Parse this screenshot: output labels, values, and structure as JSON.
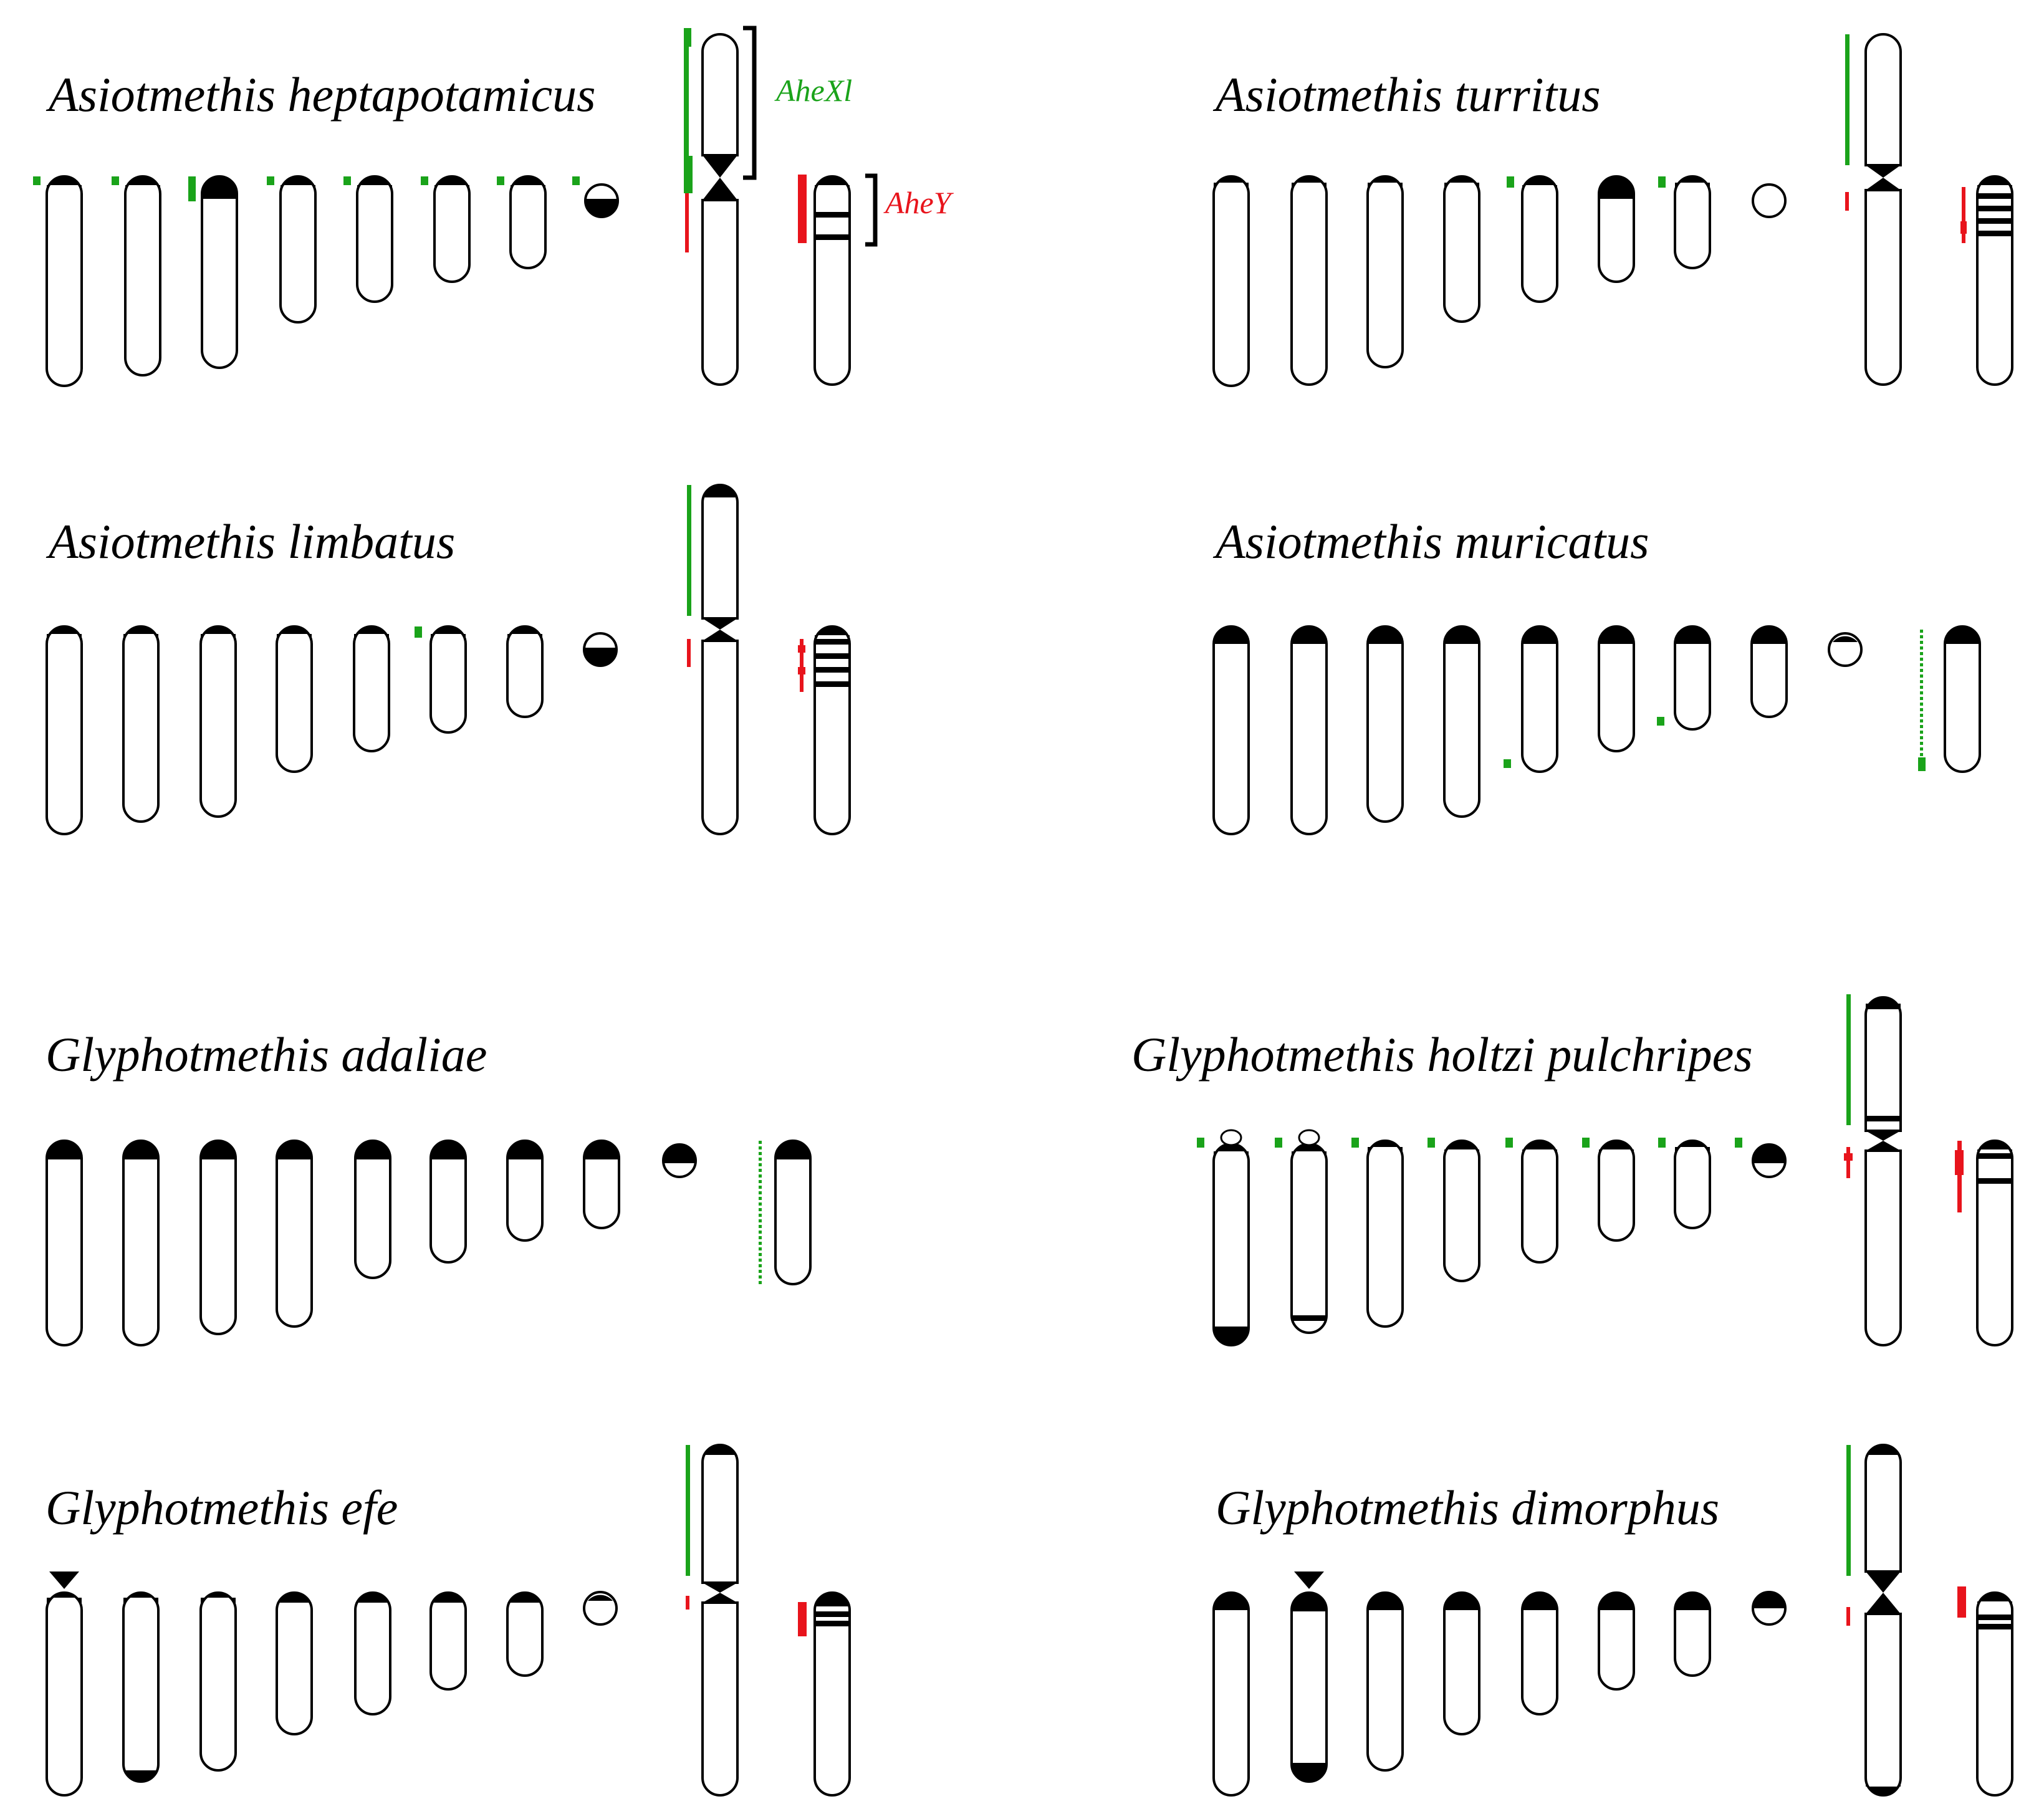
{
  "figure": {
    "labels": {
      "xl": "AheXl",
      "y": "AheY"
    },
    "colors": {
      "x_marker": "#1aa31a",
      "y_marker": "#e8141c",
      "heterochromatin": "#000000",
      "outline": "#000000"
    },
    "panels": [
      {
        "id": "a-heptapotamicus",
        "title": "Asiotmethis heptapotamicus"
      },
      {
        "id": "a-turritus",
        "title": "Asiotmethis turritus"
      },
      {
        "id": "a-limbatus",
        "title": "Asiotmethis limbatus"
      },
      {
        "id": "a-muricatus",
        "title": "Asiotmethis muricatus"
      },
      {
        "id": "g-adaliae",
        "title": "Glyphotmethis adaliae"
      },
      {
        "id": "g-holtzi-pulchripes",
        "title": "Glyphotmethis holtzi pulchripes"
      },
      {
        "id": "g-efe",
        "title": "Glyphotmethis efe"
      },
      {
        "id": "g-dimorphus",
        "title": "Glyphotmethis dimorphus"
      }
    ]
  }
}
